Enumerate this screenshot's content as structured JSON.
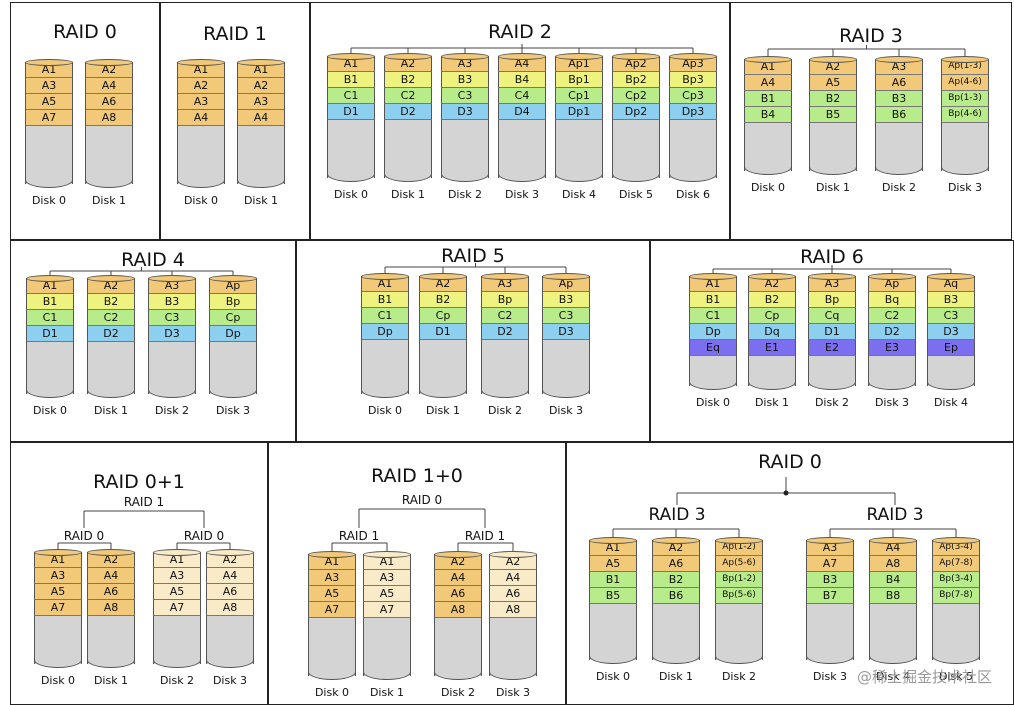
{
  "colors": {
    "orange": "#f2c978",
    "yellow": "#eef27e",
    "green": "#b8ec8a",
    "blue": "#8ccfee",
    "purple": "#7b6ff0",
    "cream": "#faebc8",
    "disk_body": "#d4d4d4"
  },
  "panels": [
    {
      "id": "raid0",
      "title": "RAID 0",
      "disks": [
        {
          "label": "Disk 0",
          "blocks": [
            [
              "A1",
              "orange"
            ],
            [
              "A3",
              "orange"
            ],
            [
              "A5",
              "orange"
            ],
            [
              "A7",
              "orange"
            ]
          ]
        },
        {
          "label": "Disk 1",
          "blocks": [
            [
              "A2",
              "orange"
            ],
            [
              "A4",
              "orange"
            ],
            [
              "A6",
              "orange"
            ],
            [
              "A8",
              "orange"
            ]
          ]
        }
      ]
    },
    {
      "id": "raid1",
      "title": "RAID 1",
      "disks": [
        {
          "label": "Disk 0",
          "blocks": [
            [
              "A1",
              "orange"
            ],
            [
              "A2",
              "orange"
            ],
            [
              "A3",
              "orange"
            ],
            [
              "A4",
              "orange"
            ]
          ]
        },
        {
          "label": "Disk 1",
          "blocks": [
            [
              "A1",
              "orange"
            ],
            [
              "A2",
              "orange"
            ],
            [
              "A3",
              "orange"
            ],
            [
              "A4",
              "orange"
            ]
          ]
        }
      ]
    },
    {
      "id": "raid2",
      "title": "RAID 2",
      "disks": [
        {
          "label": "Disk 0",
          "blocks": [
            [
              "A1",
              "orange"
            ],
            [
              "B1",
              "yellow"
            ],
            [
              "C1",
              "green"
            ],
            [
              "D1",
              "blue"
            ]
          ]
        },
        {
          "label": "Disk 1",
          "blocks": [
            [
              "A2",
              "orange"
            ],
            [
              "B2",
              "yellow"
            ],
            [
              "C2",
              "green"
            ],
            [
              "D2",
              "blue"
            ]
          ]
        },
        {
          "label": "Disk 2",
          "blocks": [
            [
              "A3",
              "orange"
            ],
            [
              "B3",
              "yellow"
            ],
            [
              "C3",
              "green"
            ],
            [
              "D3",
              "blue"
            ]
          ]
        },
        {
          "label": "Disk 3",
          "blocks": [
            [
              "A4",
              "orange"
            ],
            [
              "B4",
              "yellow"
            ],
            [
              "C4",
              "green"
            ],
            [
              "D4",
              "blue"
            ]
          ]
        },
        {
          "label": "Disk 4",
          "blocks": [
            [
              "Ap1",
              "orange"
            ],
            [
              "Bp1",
              "yellow"
            ],
            [
              "Cp1",
              "green"
            ],
            [
              "Dp1",
              "blue"
            ]
          ]
        },
        {
          "label": "Disk 5",
          "blocks": [
            [
              "Ap2",
              "orange"
            ],
            [
              "Bp2",
              "yellow"
            ],
            [
              "Cp2",
              "green"
            ],
            [
              "Dp2",
              "blue"
            ]
          ]
        },
        {
          "label": "Disk 6",
          "blocks": [
            [
              "Ap3",
              "orange"
            ],
            [
              "Bp3",
              "yellow"
            ],
            [
              "Cp3",
              "green"
            ],
            [
              "Dp3",
              "blue"
            ]
          ]
        }
      ]
    },
    {
      "id": "raid3",
      "title": "RAID 3",
      "disks": [
        {
          "label": "Disk 0",
          "blocks": [
            [
              "A1",
              "orange"
            ],
            [
              "A4",
              "orange"
            ],
            [
              "B1",
              "green"
            ],
            [
              "B4",
              "green"
            ]
          ]
        },
        {
          "label": "Disk 1",
          "blocks": [
            [
              "A2",
              "orange"
            ],
            [
              "A5",
              "orange"
            ],
            [
              "B2",
              "green"
            ],
            [
              "B5",
              "green"
            ]
          ]
        },
        {
          "label": "Disk 2",
          "blocks": [
            [
              "A3",
              "orange"
            ],
            [
              "A6",
              "orange"
            ],
            [
              "B3",
              "green"
            ],
            [
              "B6",
              "green"
            ]
          ]
        },
        {
          "label": "Disk 3",
          "blocks": [
            [
              "Ap(1-3)",
              "orange"
            ],
            [
              "Ap(4-6)",
              "orange"
            ],
            [
              "Bp(1-3)",
              "green"
            ],
            [
              "Bp(4-6)",
              "green"
            ]
          ]
        }
      ]
    },
    {
      "id": "raid4",
      "title": "RAID 4",
      "disks": [
        {
          "label": "Disk 0",
          "blocks": [
            [
              "A1",
              "orange"
            ],
            [
              "B1",
              "yellow"
            ],
            [
              "C1",
              "green"
            ],
            [
              "D1",
              "blue"
            ]
          ]
        },
        {
          "label": "Disk 1",
          "blocks": [
            [
              "A2",
              "orange"
            ],
            [
              "B2",
              "yellow"
            ],
            [
              "C2",
              "green"
            ],
            [
              "D2",
              "blue"
            ]
          ]
        },
        {
          "label": "Disk 2",
          "blocks": [
            [
              "A3",
              "orange"
            ],
            [
              "B3",
              "yellow"
            ],
            [
              "C3",
              "green"
            ],
            [
              "D3",
              "blue"
            ]
          ]
        },
        {
          "label": "Disk 3",
          "blocks": [
            [
              "Ap",
              "orange"
            ],
            [
              "Bp",
              "yellow"
            ],
            [
              "Cp",
              "green"
            ],
            [
              "Dp",
              "blue"
            ]
          ]
        }
      ]
    },
    {
      "id": "raid5",
      "title": "RAID 5",
      "disks": [
        {
          "label": "Disk 0",
          "blocks": [
            [
              "A1",
              "orange"
            ],
            [
              "B1",
              "yellow"
            ],
            [
              "C1",
              "green"
            ],
            [
              "Dp",
              "blue"
            ]
          ]
        },
        {
          "label": "Disk 1",
          "blocks": [
            [
              "A2",
              "orange"
            ],
            [
              "B2",
              "yellow"
            ],
            [
              "Cp",
              "green"
            ],
            [
              "D1",
              "blue"
            ]
          ]
        },
        {
          "label": "Disk 2",
          "blocks": [
            [
              "A3",
              "orange"
            ],
            [
              "Bp",
              "yellow"
            ],
            [
              "C2",
              "green"
            ],
            [
              "D2",
              "blue"
            ]
          ]
        },
        {
          "label": "Disk 3",
          "blocks": [
            [
              "Ap",
              "orange"
            ],
            [
              "B3",
              "yellow"
            ],
            [
              "C3",
              "green"
            ],
            [
              "D3",
              "blue"
            ]
          ]
        }
      ]
    },
    {
      "id": "raid6",
      "title": "RAID 6",
      "disks": [
        {
          "label": "Disk 0",
          "blocks": [
            [
              "A1",
              "orange"
            ],
            [
              "B1",
              "yellow"
            ],
            [
              "C1",
              "green"
            ],
            [
              "Dp",
              "blue"
            ],
            [
              "Eq",
              "purple"
            ]
          ]
        },
        {
          "label": "Disk 1",
          "blocks": [
            [
              "A2",
              "orange"
            ],
            [
              "B2",
              "yellow"
            ],
            [
              "Cp",
              "green"
            ],
            [
              "Dq",
              "blue"
            ],
            [
              "E1",
              "purple"
            ]
          ]
        },
        {
          "label": "Disk 2",
          "blocks": [
            [
              "A3",
              "orange"
            ],
            [
              "Bp",
              "yellow"
            ],
            [
              "Cq",
              "green"
            ],
            [
              "D1",
              "blue"
            ],
            [
              "E2",
              "purple"
            ]
          ]
        },
        {
          "label": "Disk 3",
          "blocks": [
            [
              "Ap",
              "orange"
            ],
            [
              "Bq",
              "yellow"
            ],
            [
              "C2",
              "green"
            ],
            [
              "D2",
              "blue"
            ],
            [
              "E3",
              "purple"
            ]
          ]
        },
        {
          "label": "Disk 4",
          "blocks": [
            [
              "Aq",
              "orange"
            ],
            [
              "B3",
              "yellow"
            ],
            [
              "C3",
              "green"
            ],
            [
              "D3",
              "blue"
            ],
            [
              "Ep",
              "purple"
            ]
          ]
        }
      ]
    },
    {
      "id": "raid01",
      "title": "RAID 0+1",
      "sub_top": "RAID 1",
      "sub_groups": [
        "RAID 0",
        "RAID 0"
      ],
      "disks": [
        {
          "label": "Disk 0",
          "blocks": [
            [
              "A1",
              "orange"
            ],
            [
              "A3",
              "orange"
            ],
            [
              "A5",
              "orange"
            ],
            [
              "A7",
              "orange"
            ]
          ]
        },
        {
          "label": "Disk 1",
          "blocks": [
            [
              "A2",
              "orange"
            ],
            [
              "A4",
              "orange"
            ],
            [
              "A6",
              "orange"
            ],
            [
              "A8",
              "orange"
            ]
          ]
        },
        {
          "label": "Disk 2",
          "blocks": [
            [
              "A1",
              "cream"
            ],
            [
              "A3",
              "cream"
            ],
            [
              "A5",
              "cream"
            ],
            [
              "A7",
              "cream"
            ]
          ]
        },
        {
          "label": "Disk 3",
          "blocks": [
            [
              "A2",
              "cream"
            ],
            [
              "A4",
              "cream"
            ],
            [
              "A6",
              "cream"
            ],
            [
              "A8",
              "cream"
            ]
          ]
        }
      ]
    },
    {
      "id": "raid10",
      "title": "RAID 1+0",
      "sub_top": "RAID 0",
      "sub_groups": [
        "RAID 1",
        "RAID 1"
      ],
      "disks": [
        {
          "label": "Disk 0",
          "blocks": [
            [
              "A1",
              "orange"
            ],
            [
              "A3",
              "orange"
            ],
            [
              "A5",
              "orange"
            ],
            [
              "A7",
              "orange"
            ]
          ]
        },
        {
          "label": "Disk 1",
          "blocks": [
            [
              "A1",
              "cream"
            ],
            [
              "A3",
              "cream"
            ],
            [
              "A5",
              "cream"
            ],
            [
              "A7",
              "cream"
            ]
          ]
        },
        {
          "label": "Disk 2",
          "blocks": [
            [
              "A2",
              "orange"
            ],
            [
              "A4",
              "orange"
            ],
            [
              "A6",
              "orange"
            ],
            [
              "A8",
              "orange"
            ]
          ]
        },
        {
          "label": "Disk 3",
          "blocks": [
            [
              "A2",
              "cream"
            ],
            [
              "A4",
              "cream"
            ],
            [
              "A6",
              "cream"
            ],
            [
              "A8",
              "cream"
            ]
          ]
        }
      ]
    },
    {
      "id": "raid30",
      "title": "RAID 0",
      "sub_groups": [
        "RAID 3",
        "RAID 3"
      ],
      "disks": [
        {
          "label": "Disk 0",
          "blocks": [
            [
              "A1",
              "orange"
            ],
            [
              "A5",
              "orange"
            ],
            [
              "B1",
              "green"
            ],
            [
              "B5",
              "green"
            ]
          ]
        },
        {
          "label": "Disk 1",
          "blocks": [
            [
              "A2",
              "orange"
            ],
            [
              "A6",
              "orange"
            ],
            [
              "B2",
              "green"
            ],
            [
              "B6",
              "green"
            ]
          ]
        },
        {
          "label": "Disk 2",
          "blocks": [
            [
              "Ap(1-2)",
              "orange"
            ],
            [
              "Ap(5-6)",
              "orange"
            ],
            [
              "Bp(1-2)",
              "green"
            ],
            [
              "Bp(5-6)",
              "green"
            ]
          ]
        },
        {
          "label": "Disk 3",
          "blocks": [
            [
              "A3",
              "orange"
            ],
            [
              "A7",
              "orange"
            ],
            [
              "B3",
              "green"
            ],
            [
              "B7",
              "green"
            ]
          ]
        },
        {
          "label": "Disk 4",
          "blocks": [
            [
              "A4",
              "orange"
            ],
            [
              "A8",
              "orange"
            ],
            [
              "B4",
              "green"
            ],
            [
              "B8",
              "green"
            ]
          ]
        },
        {
          "label": "Disk 5",
          "blocks": [
            [
              "Ap(3-4)",
              "orange"
            ],
            [
              "Ap(7-8)",
              "orange"
            ],
            [
              "Bp(3-4)",
              "green"
            ],
            [
              "Bp(7-8)",
              "green"
            ]
          ]
        }
      ]
    }
  ],
  "watermark": "@稀土掘金技术社区"
}
